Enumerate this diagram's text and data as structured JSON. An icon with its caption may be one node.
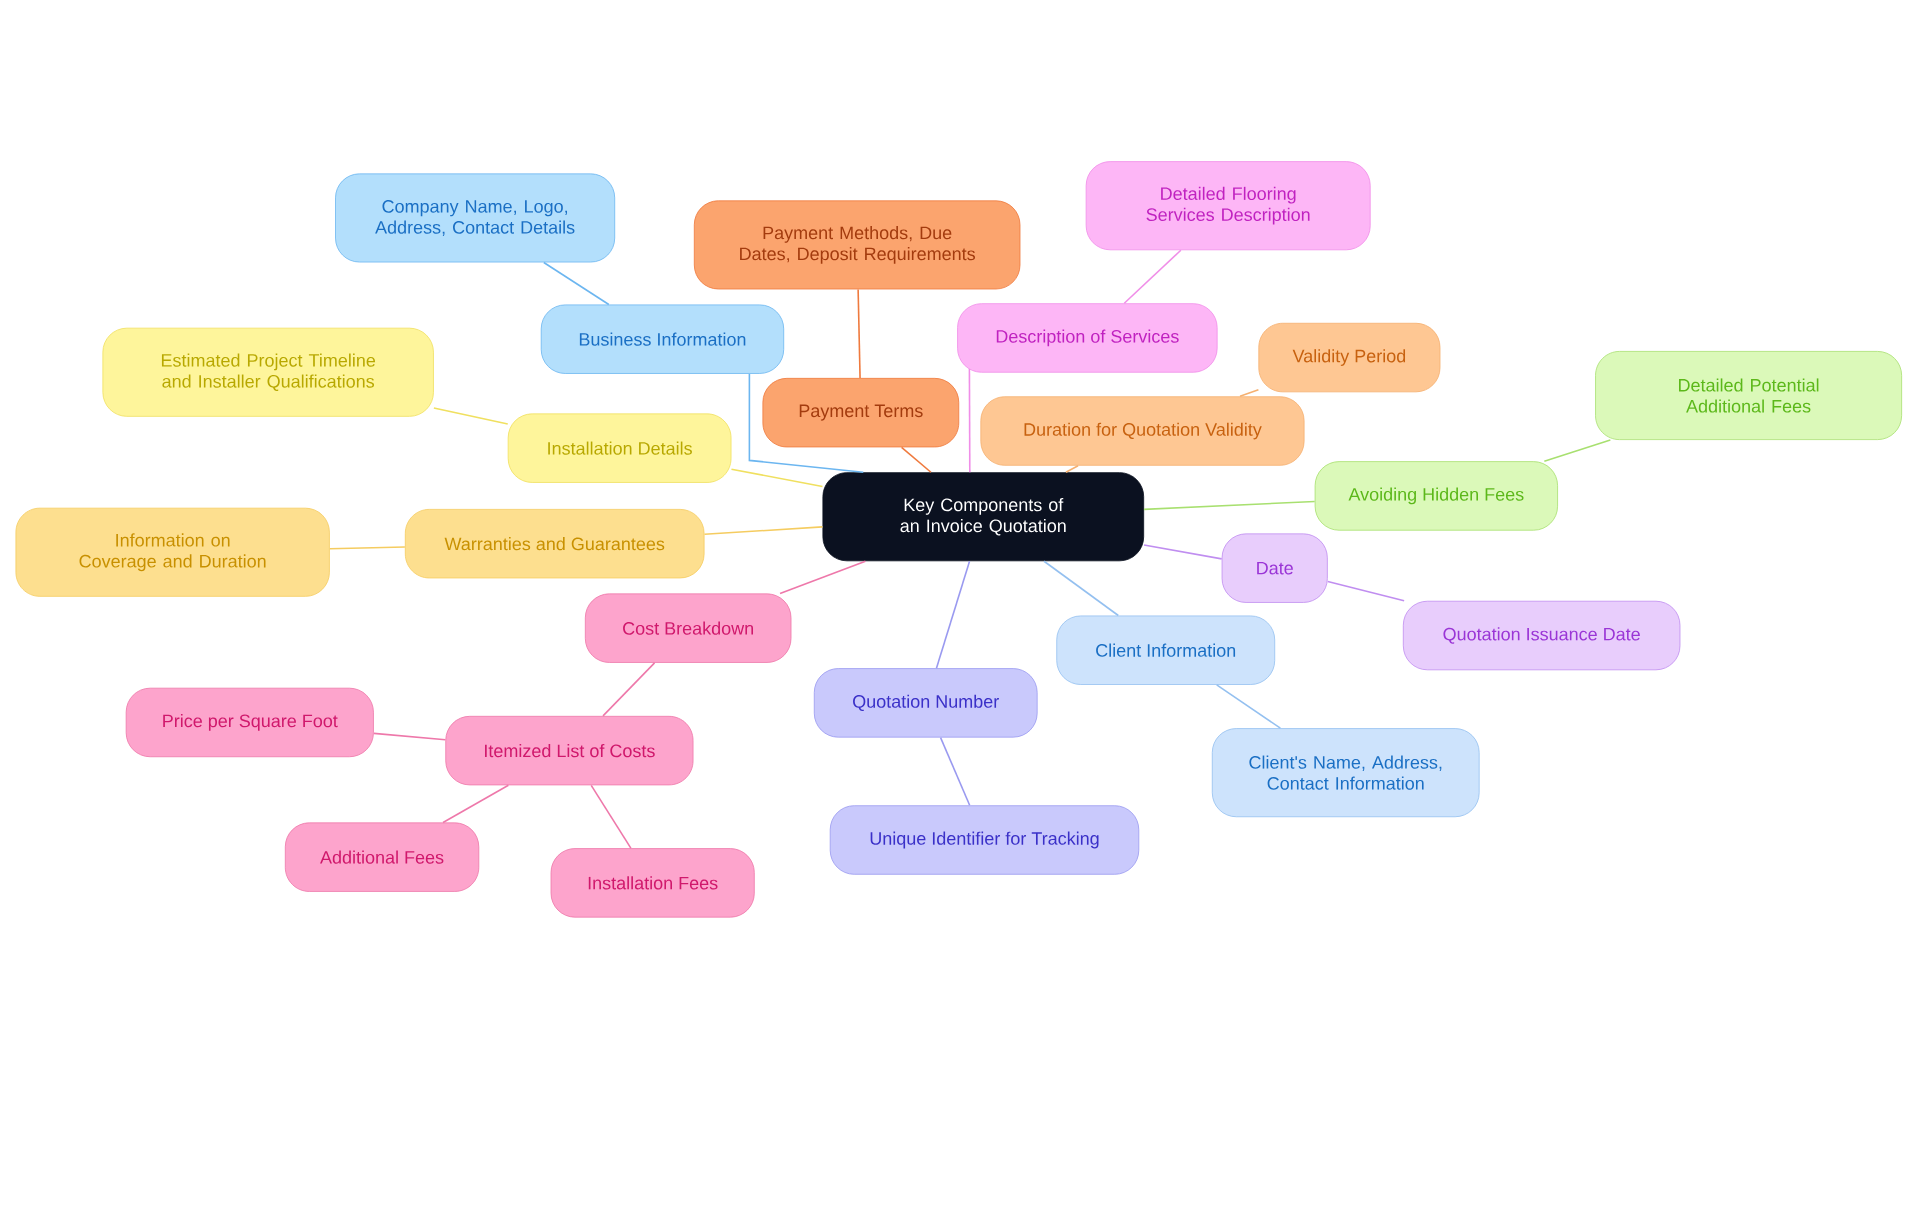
{
  "diagram": {
    "nodes": [
      {
        "text": [
          "Key Components of an Invoice Quotation"
        ]
      },
      {
        "text": [
          "Business Information"
        ]
      },
      {
        "text": [
          "Company Name, Logo, Address, Contact Details"
        ]
      },
      {
        "text": [
          "Payment Terms"
        ]
      },
      {
        "text": [
          "Payment Methods, Due Dates, Deposit Requirements"
        ]
      },
      {
        "text": [
          "Description of Services"
        ]
      },
      {
        "text": [
          "Detailed Flooring Services Description"
        ]
      },
      {
        "text": [
          "Duration for Quotation Validity"
        ]
      },
      {
        "text": [
          "Validity Period"
        ]
      },
      {
        "text": [
          "Installation Details"
        ]
      },
      {
        "text": [
          "Estimated Project Timeline and Installer Qualifications"
        ]
      },
      {
        "text": [
          "Avoiding Hidden Fees"
        ]
      },
      {
        "text": [
          "Detailed Potential Additional Fees"
        ]
      },
      {
        "text": [
          "Warranties and Guarantees"
        ]
      },
      {
        "text": [
          "Information on Coverage and Duration"
        ]
      },
      {
        "text": [
          "Date"
        ]
      },
      {
        "text": [
          "Quotation Issuance Date"
        ]
      },
      {
        "text": [
          "Cost Breakdown"
        ]
      },
      {
        "text": [
          "Itemized List of Costs"
        ]
      },
      {
        "text": [
          "Price per Square Foot"
        ]
      },
      {
        "text": [
          "Additional Fees"
        ]
      },
      {
        "text": [
          "Installation Fees"
        ]
      },
      {
        "text": [
          "Client Information"
        ]
      },
      {
        "text": [
          "Client's Name, Address, Contact Information"
        ]
      },
      {
        "text": [
          "Quotation Number"
        ]
      },
      {
        "text": [
          "Unique Identifier for Tracking"
        ]
      }
    ],
    "edges": [
      {
        "from": 0,
        "to": 1,
        "arrow": "none",
        "color": "#6cb6f0"
      },
      {
        "from": 1,
        "to": 2,
        "arrow": "none",
        "color": "#6cb6f0"
      },
      {
        "from": 0,
        "to": 3,
        "arrow": "none",
        "color": "#ef7a3e"
      },
      {
        "from": 3,
        "to": 4,
        "arrow": "none",
        "color": "#ef7a3e"
      },
      {
        "from": 0,
        "to": 5,
        "arrow": "none",
        "color": "#f08ee8"
      },
      {
        "from": 5,
        "to": 6,
        "arrow": "none",
        "color": "#f08ee8"
      },
      {
        "from": 0,
        "to": 7,
        "arrow": "none",
        "color": "#f5b070"
      },
      {
        "from": 7,
        "to": 8,
        "arrow": "none",
        "color": "#f5b070"
      },
      {
        "from": 0,
        "to": 9,
        "arrow": "none",
        "color": "#f0e060"
      },
      {
        "from": 9,
        "to": 10,
        "arrow": "none",
        "color": "#f0e060"
      },
      {
        "from": 0,
        "to": 11,
        "arrow": "none",
        "color": "#a8e070"
      },
      {
        "from": 11,
        "to": 12,
        "arrow": "none",
        "color": "#a8e070"
      },
      {
        "from": 0,
        "to": 13,
        "arrow": "none",
        "color": "#f5cc60"
      },
      {
        "from": 13,
        "to": 14,
        "arrow": "none",
        "color": "#f5cc60"
      },
      {
        "from": 0,
        "to": 15,
        "arrow": "none",
        "color": "#c08ef0"
      },
      {
        "from": 15,
        "to": 16,
        "arrow": "none",
        "color": "#c08ef0"
      },
      {
        "from": 0,
        "to": 17,
        "arrow": "none",
        "color": "#ee78aa"
      },
      {
        "from": 17,
        "to": 18,
        "arrow": "none",
        "color": "#ee78aa"
      },
      {
        "from": 18,
        "to": 19,
        "arrow": "none",
        "color": "#ee78aa"
      },
      {
        "from": 18,
        "to": 20,
        "arrow": "none",
        "color": "#ee78aa"
      },
      {
        "from": 18,
        "to": 21,
        "arrow": "none",
        "color": "#ee78aa"
      },
      {
        "from": 0,
        "to": 22,
        "arrow": "none",
        "color": "#94c0f0"
      },
      {
        "from": 22,
        "to": 23,
        "arrow": "none",
        "color": "#94c0f0"
      },
      {
        "from": 0,
        "to": 24,
        "arrow": "none",
        "color": "#9a9af0"
      },
      {
        "from": 24,
        "to": 25,
        "arrow": "none",
        "color": "#9a9af0"
      }
    ]
  }
}
